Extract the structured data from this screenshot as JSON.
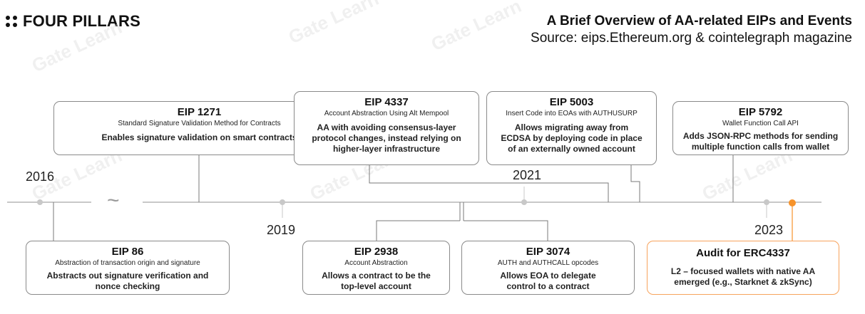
{
  "header": {
    "logo_text": "FOUR PILLARS",
    "title": "A Brief Overview of AA-related EIPs and Events",
    "source": "Source: eips.Ethereum.org & cointelegraph magazine"
  },
  "watermark_text": "Gate Learn",
  "timeline": {
    "years": {
      "y2016": "2016",
      "y2019": "2019",
      "y2021": "2021",
      "y2023": "2023"
    },
    "break_symbol": "~"
  },
  "cards": {
    "eip1271": {
      "title": "EIP 1271",
      "subtitle": "Standard Signature Validation Method for Contracts",
      "desc": "Enables signature validation on smart contracts"
    },
    "eip4337": {
      "title": "EIP 4337",
      "subtitle": "Account Abstraction Using Alt Mempool",
      "desc": "AA with avoiding consensus-layer protocol changes, instead relying on higher-layer infrastructure"
    },
    "eip5003": {
      "title": "EIP 5003",
      "subtitle": "Insert Code into EOAs with AUTHUSURP",
      "desc": "Allows migrating away from ECDSA by deploying code in place of an externally owned account"
    },
    "eip5792": {
      "title": "EIP 5792",
      "subtitle": "Wallet Function Call API",
      "desc": "Adds JSON-RPC methods for sending multiple function calls from wallet"
    },
    "eip86": {
      "title": "EIP 86",
      "subtitle": "Abstraction of transaction origin and signature",
      "desc": "Abstracts out signature verification and nonce checking"
    },
    "eip2938": {
      "title": "EIP 2938",
      "subtitle": "Account Abstraction",
      "desc": "Allows a contract to be the top-level account"
    },
    "eip3074": {
      "title": "EIP 3074",
      "subtitle": "AUTH and AUTHCALL opcodes",
      "desc": "Allows EOA to delegate control to a contract"
    },
    "audit": {
      "title": "Audit for ERC4337",
      "desc": "L2 – focused wallets with native AA emerged (e.g., Starknet & zkSync)"
    }
  },
  "colors": {
    "timeline": "#c8c8c8",
    "connector": "#7a7a7a",
    "accent": "#f7932a"
  }
}
